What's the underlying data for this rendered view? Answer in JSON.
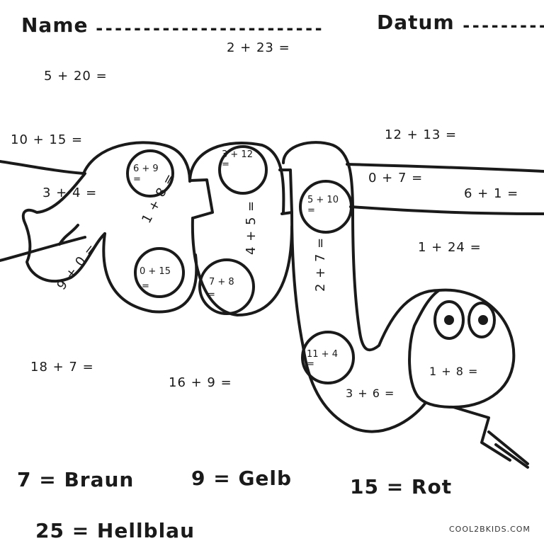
{
  "header": {
    "name_label": "Name",
    "name_line": "------------------------",
    "date_label": "Datum",
    "date_line": "---------"
  },
  "equations": {
    "e_2_23": "2 + 23 =",
    "e_5_20": "5 + 20 =",
    "e_10_15": "10 + 15 =",
    "e_12_13": "12 + 13 =",
    "e_3_4": "3 + 4 =",
    "e_6_9": "6 + 9",
    "e_6_9_eq": "=",
    "e_3_12": "3 + 12",
    "e_3_12_eq": "=",
    "e_0_7": "0 + 7 =",
    "e_6_1": "6 + 1 =",
    "e_5_10": "5 + 10",
    "e_5_10_eq": "=",
    "e_1_8_body": "1 + 8 =",
    "e_4_5": "4 + 5 =",
    "e_9_0": "9 + 0 =",
    "e_1_24": "1 + 24 =",
    "e_0_15": "0 + 15",
    "e_0_15_eq": "=",
    "e_7_8": "7 + 8",
    "e_7_8_eq": "=",
    "e_2_7": "2 + 7 =",
    "e_11_4": "11 + 4",
    "e_11_4_eq": "=",
    "e_18_7": "18 + 7 =",
    "e_16_9": "16 + 9   =",
    "e_1_8_head": "1 + 8 =",
    "e_3_6": "3 + 6 ="
  },
  "legend": {
    "braun": "7 = Braun",
    "gelb": "9 = Gelb",
    "rot": "15 = Rot",
    "hellblau": "25 = Hellblau"
  },
  "credit": "COOL2BKIDS.COM"
}
